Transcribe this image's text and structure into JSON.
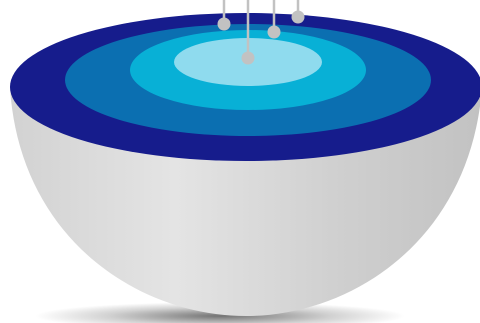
{
  "diagram": {
    "type": "layered-hemisphere",
    "description_visible_text": "",
    "layers": [
      {
        "name": "outer-ring",
        "color": "#161c8c"
      },
      {
        "name": "second-ring",
        "color": "#0b6fb1"
      },
      {
        "name": "third-ring",
        "color": "#08b0d6"
      },
      {
        "name": "core",
        "color": "#8fdbee"
      }
    ],
    "shell": {
      "color_light": "#e3e3e3",
      "color_dark": "#bdbdbd"
    },
    "leader_lines": {
      "color": "#c2c2c2",
      "count": 4
    }
  }
}
